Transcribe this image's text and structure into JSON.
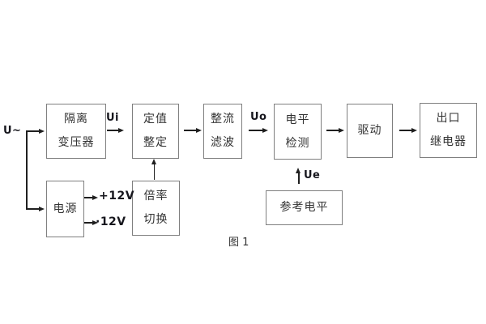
{
  "figure_caption": "图 1",
  "colors": {
    "background": "#ffffff",
    "box_border": "#7f7f7f",
    "connector_line": "#1f1f1f",
    "box_text": "#333333",
    "signal_label_text": "#16161d"
  },
  "blocks": {
    "isolation_transformer": {
      "line1": "隔离",
      "line2": "变压器"
    },
    "setpoint_adjust": {
      "line1": "定值",
      "line2": "整定"
    },
    "rectifier_filter": {
      "line1": "整流",
      "line2": "滤波"
    },
    "level_detect": {
      "line1": "电平",
      "line2": "检测"
    },
    "driver": {
      "line1": "驱动"
    },
    "output_relay": {
      "line1": "出口",
      "line2": "继电器"
    },
    "power_supply": {
      "line1": "电源"
    },
    "ratio_switch": {
      "line1": "倍率",
      "line2": "切换"
    },
    "reference_level": {
      "line1": "参考电平"
    }
  },
  "signal_labels": {
    "input": "U~",
    "ui": "Ui",
    "uo": "Uo",
    "ue": "Ue",
    "plus_12v": "+12V",
    "minus_12v": "·12V"
  }
}
